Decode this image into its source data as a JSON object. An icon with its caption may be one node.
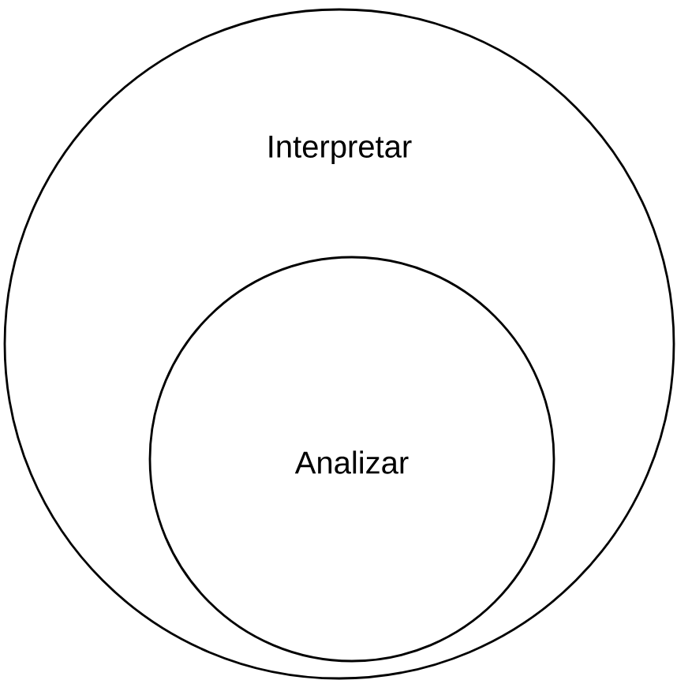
{
  "diagram": {
    "nodes": [
      {
        "text": [
          "Interpretar"
        ]
      },
      {
        "text": [
          "Analizar"
        ],
        "in": 0
      }
    ]
  }
}
